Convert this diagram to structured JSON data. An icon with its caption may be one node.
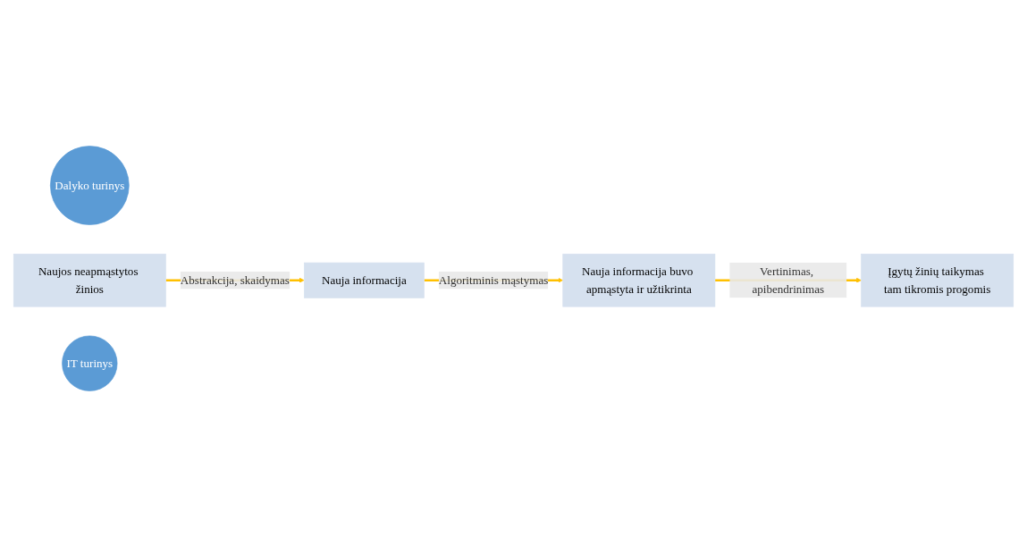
{
  "diagram": {
    "nodes": [
      {
        "text": [
          "Dalyko turinys"
        ]
      },
      {
        "text": [
          "Naujos neapmąstytos žinios"
        ]
      },
      {
        "text": [
          "IT turinys"
        ]
      },
      {
        "text": [
          "Nauja informacija"
        ]
      },
      {
        "text": [
          "Įgytų žinių taikymas tam tikromis progomis"
        ]
      },
      {
        "text": [
          "Nauja informacija buvo apmąstyta ir užtikrinta"
        ]
      }
    ],
    "edges": [
      {
        "from": 1,
        "to": 3,
        "arrow": "to",
        "label": "Abstrakcija, skaidymas"
      },
      {
        "from": 3,
        "to": 5,
        "arrow": "to",
        "label": "Algoritminis mąstymas"
      },
      {
        "from": 5,
        "to": 4,
        "arrow": "to",
        "label": "Vertinimas, apibendrinimas"
      }
    ]
  }
}
